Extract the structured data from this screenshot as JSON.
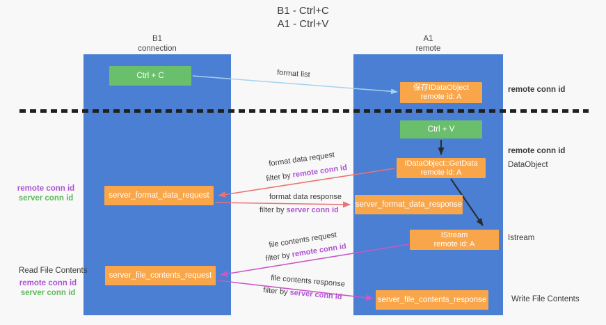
{
  "title": {
    "line1": "B1 - Ctrl+C",
    "line2": "A1 - Ctrl+V"
  },
  "columns": {
    "left": {
      "name": "B1",
      "role": "connection"
    },
    "right": {
      "name": "A1",
      "role": "remote"
    }
  },
  "boxes": {
    "ctrl_c": {
      "label": "Ctrl + C"
    },
    "save_dataobject": {
      "line1": "保存IDataObject",
      "line2": "remote id: A"
    },
    "ctrl_v": {
      "label": "Ctrl + V"
    },
    "getdata": {
      "line1": "IDataObject::GetData",
      "line2": "remote id: A"
    },
    "format_request": {
      "label": "server_format_data_request"
    },
    "format_response": {
      "label": "server_format_data_response"
    },
    "istream": {
      "line1": "IStream",
      "line2": "remote id: A"
    },
    "file_request": {
      "label": "server_file_contents_request"
    },
    "file_response": {
      "label": "server_file_contents_response"
    }
  },
  "edge_labels": {
    "format_list": "format list",
    "format_data_request": "format data request",
    "format_data_response": "format data response",
    "file_contents_request": "file contents request",
    "file_contents_response": "file contents response",
    "filter_by": "filter by",
    "remote_conn_id": "remote conn id",
    "server_conn_id": "server conn id"
  },
  "side_labels": {
    "remote_conn_id": "remote conn id",
    "server_conn_id": "server conn id",
    "dataobject": "DataObject",
    "istream": "Istream",
    "read_file_contents": "Read File Contents",
    "write_file_contents": "Write File Contents"
  },
  "colors": {
    "column_blue": "#4a7fd3",
    "box_orange": "#f9a64a",
    "box_green": "#6abf6c",
    "arrow_blue": "#a7d1ee",
    "arrow_red": "#ec7272",
    "arrow_magenta": "#c958c8",
    "arrow_black": "#2a2a2a",
    "label_purple": "#ae54d2",
    "label_green": "#5eb95e"
  }
}
